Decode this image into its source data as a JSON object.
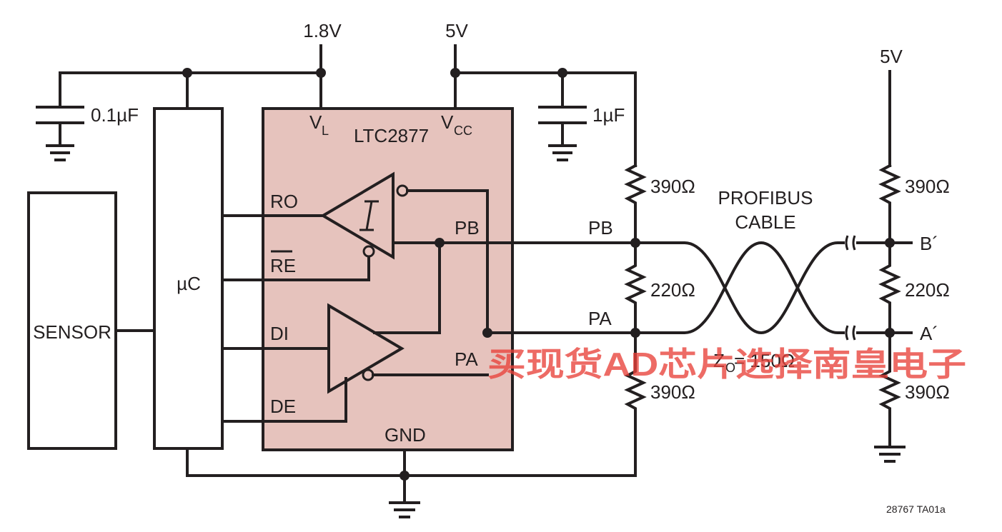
{
  "diagram": {
    "supply_vl": "1.8V",
    "supply_vcc": "5V",
    "supply_term": "5V",
    "cap_left": "0.1µF",
    "cap_right": "1µF",
    "chip_name": "LTC2877",
    "pin_vl": "V",
    "pin_vl_sub": "L",
    "pin_vcc": "V",
    "pin_vcc_sub": "CC",
    "pin_ro": "RO",
    "pin_re": "RE",
    "pin_di": "DI",
    "pin_de": "DE",
    "pin_pb": "PB",
    "pin_pa": "PA",
    "pin_gnd": "GND",
    "mcu": "µC",
    "sensor": "SENSOR",
    "net_pb": "PB",
    "net_pa": "PA",
    "res_top_left": "390Ω",
    "res_mid_left": "220Ω",
    "res_bot_left": "390Ω",
    "res_top_right": "390Ω",
    "res_mid_right": "220Ω",
    "res_bot_right": "390Ω",
    "cable_line1": "PROFIBUS",
    "cable_line2": "CABLE",
    "impedance_z": "Z",
    "impedance_sub": "O",
    "impedance_val": " = 150Ω",
    "node_b": "B´",
    "node_a": "A´",
    "figure_id": "28767 TA01a",
    "watermark": "买现货AD芯片选择南皇电子"
  }
}
